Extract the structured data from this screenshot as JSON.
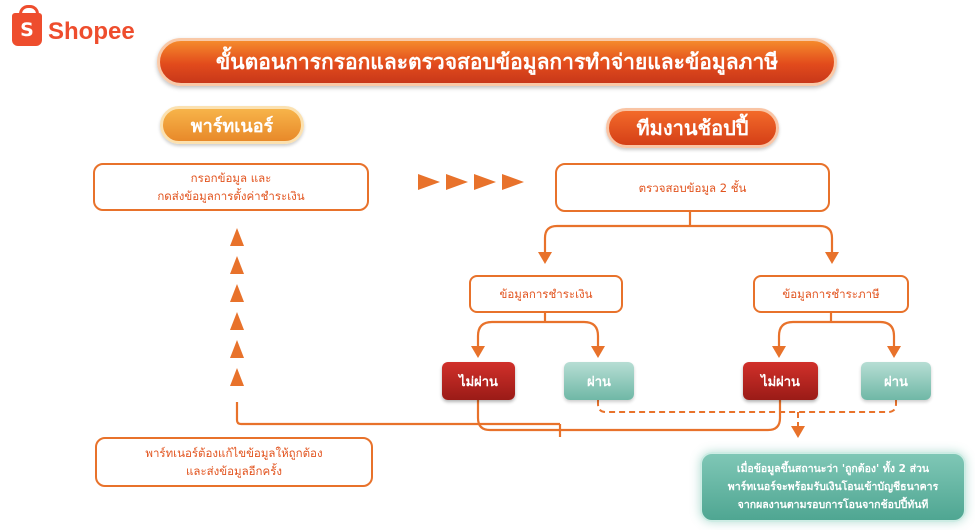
{
  "logo": {
    "bag_letter": "S",
    "text": "Shopee"
  },
  "title": "ขั้นตอนการกรอกและตรวจสอบข้อมูลการทำจ่ายและข้อมูลภาษี",
  "partner_label": "พาร์ทเนอร์",
  "team_label": "ทีมงานช้อปปี้",
  "partner_step": {
    "line1": "กรอกข้อมูล และ",
    "line2": "กดส่งข้อมูลการตั้งค่าชำระเงิน"
  },
  "check_step": "ตรวจสอบข้อมูล 2 ชั้น",
  "payment_info": "ข้อมูลการชำระเงิน",
  "tax_info": "ข้อมูลการชำระภาษี",
  "status": {
    "fail": "ไม่ผ่าน",
    "pass": "ผ่าน"
  },
  "fix_step": {
    "line1": "พาร์ทเนอร์ต้องแก้ไขข้อมูลให้ถูกต้อง",
    "line2": "และส่งข้อมูลอีกครั้ง"
  },
  "result_note": {
    "line1": "เมื่อข้อมูลขึ้นสถานะว่า 'ถูกต้อง' ทั้ง 2 ส่วน",
    "line2": "พาร์ทเนอร์จะพร้อมรับเงินโอนเข้าบัญชีธนาคาร",
    "line3": "จากผลงานตามรอบการโอนจากช้อปปี้ทันที"
  },
  "colors": {
    "brand": "#ee4d2d",
    "connector": "#e8722b",
    "fail": "#b3231e",
    "pass": "#8ccabb",
    "note": "#5fb09d"
  }
}
